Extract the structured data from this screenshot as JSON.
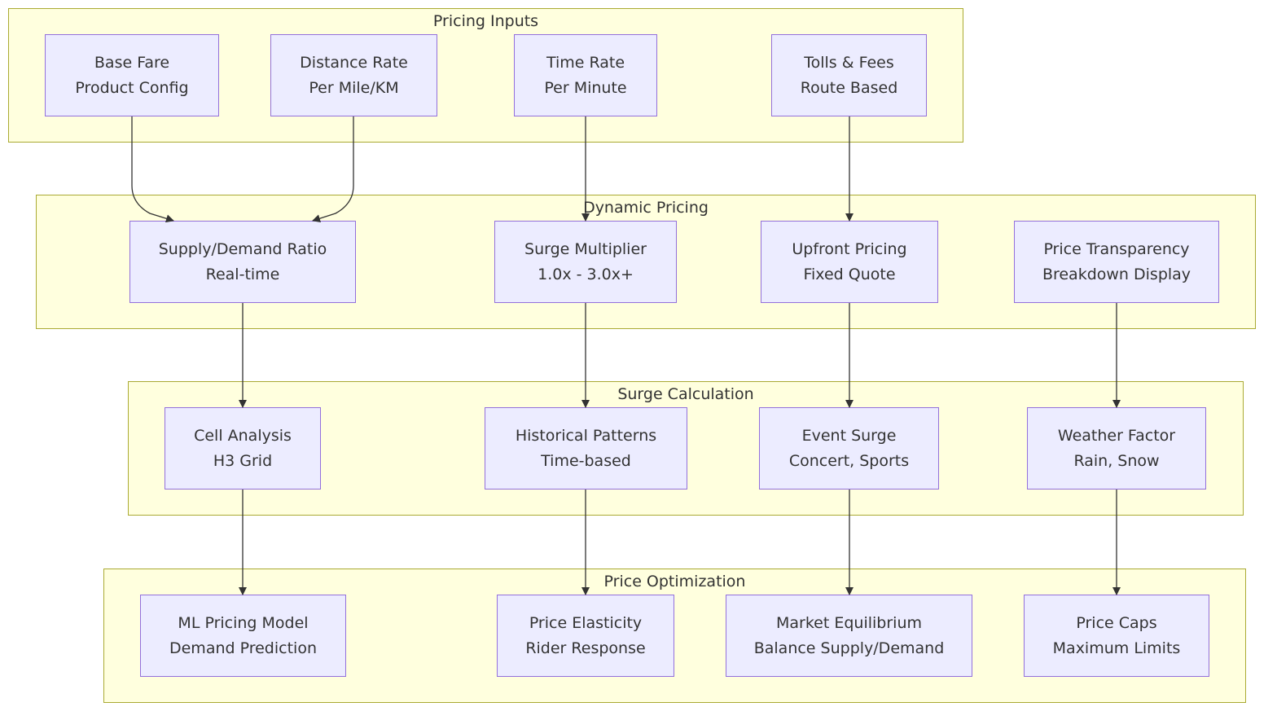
{
  "colors": {
    "cluster_fill": "#ffffde",
    "cluster_border": "#aaaa33",
    "node_fill": "#ececff",
    "node_border": "#9370db",
    "edge": "#333333"
  },
  "clusters": {
    "pricing_inputs": {
      "title": "Pricing Inputs"
    },
    "dynamic_pricing": {
      "title": "Dynamic Pricing"
    },
    "surge_calculation": {
      "title": "Surge Calculation"
    },
    "price_optimization": {
      "title": "Price Optimization"
    }
  },
  "nodes": {
    "base_fare": {
      "line1": "Base Fare",
      "line2": "Product Config"
    },
    "distance_rate": {
      "line1": "Distance Rate",
      "line2": "Per Mile/KM"
    },
    "time_rate": {
      "line1": "Time Rate",
      "line2": "Per Minute"
    },
    "tolls_fees": {
      "line1": "Tolls & Fees",
      "line2": "Route Based"
    },
    "supply_demand": {
      "line1": "Supply/Demand Ratio",
      "line2": "Real-time"
    },
    "surge_multiplier": {
      "line1": "Surge Multiplier",
      "line2": "1.0x - 3.0x+"
    },
    "upfront_pricing": {
      "line1": "Upfront Pricing",
      "line2": "Fixed Quote"
    },
    "price_transparency": {
      "line1": "Price Transparency",
      "line2": "Breakdown Display"
    },
    "cell_analysis": {
      "line1": "Cell Analysis",
      "line2": "H3 Grid"
    },
    "historical_patterns": {
      "line1": "Historical Patterns",
      "line2": "Time-based"
    },
    "event_surge": {
      "line1": "Event Surge",
      "line2": "Concert, Sports"
    },
    "weather_factor": {
      "line1": "Weather Factor",
      "line2": "Rain, Snow"
    },
    "ml_pricing_model": {
      "line1": "ML Pricing Model",
      "line2": "Demand Prediction"
    },
    "price_elasticity": {
      "line1": "Price Elasticity",
      "line2": "Rider Response"
    },
    "market_equilibrium": {
      "line1": "Market Equilibrium",
      "line2": "Balance Supply/Demand"
    },
    "price_caps": {
      "line1": "Price Caps",
      "line2": "Maximum Limits"
    }
  },
  "edges": [
    {
      "from": "base_fare",
      "to": "supply_demand"
    },
    {
      "from": "distance_rate",
      "to": "supply_demand"
    },
    {
      "from": "time_rate",
      "to": "surge_multiplier"
    },
    {
      "from": "tolls_fees",
      "to": "upfront_pricing"
    },
    {
      "from": "supply_demand",
      "to": "cell_analysis"
    },
    {
      "from": "surge_multiplier",
      "to": "historical_patterns"
    },
    {
      "from": "upfront_pricing",
      "to": "event_surge"
    },
    {
      "from": "price_transparency",
      "to": "weather_factor"
    },
    {
      "from": "cell_analysis",
      "to": "ml_pricing_model"
    },
    {
      "from": "historical_patterns",
      "to": "price_elasticity"
    },
    {
      "from": "event_surge",
      "to": "market_equilibrium"
    },
    {
      "from": "weather_factor",
      "to": "price_caps"
    }
  ]
}
